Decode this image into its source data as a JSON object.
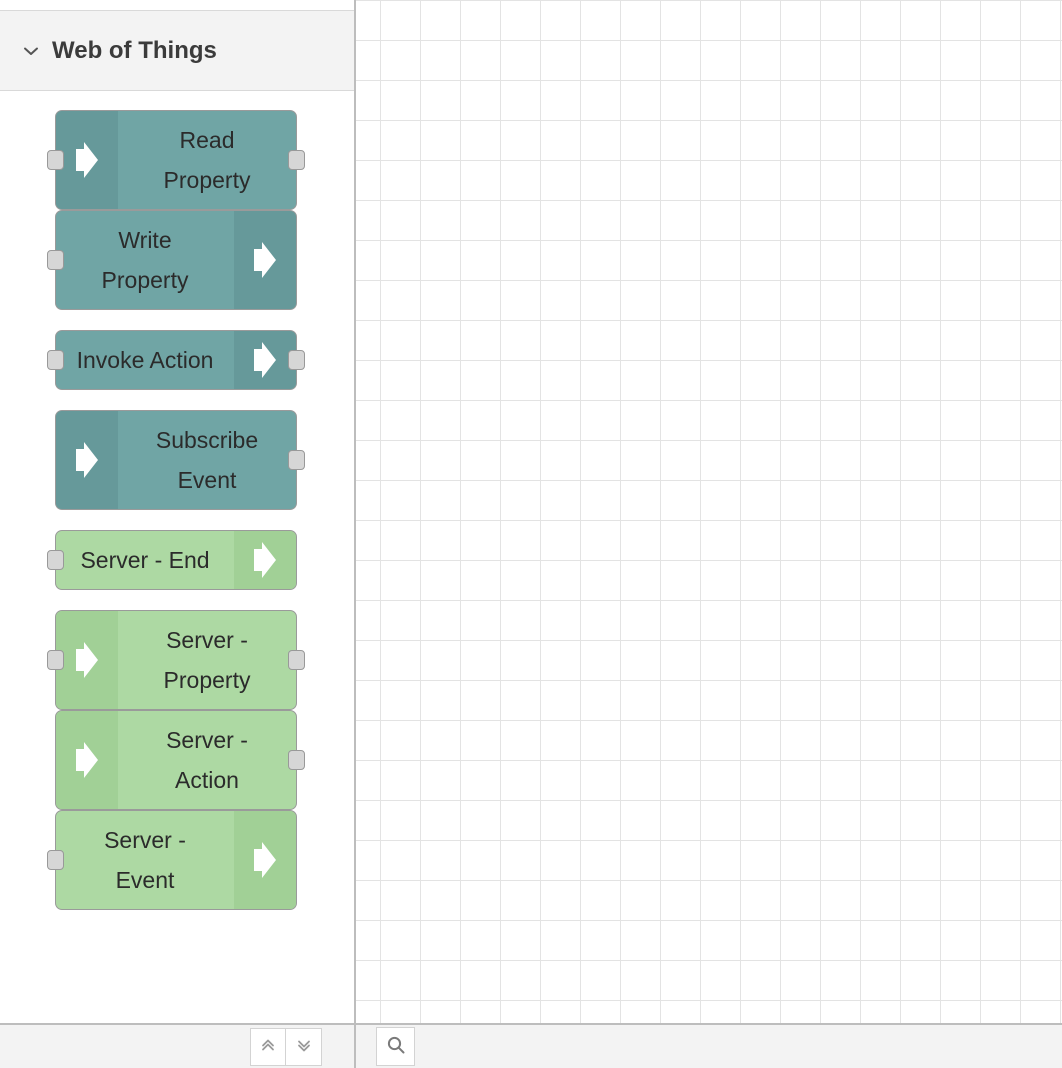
{
  "palette": {
    "category": {
      "title": "Web of Things",
      "chevron_icon": "chevron-down-icon",
      "expanded": true
    },
    "nodes": [
      {
        "label": "Read\nProperty",
        "color": "teal",
        "color_hex": "#70a5a5",
        "icon_side": "left",
        "icon": "arrow-right-icon",
        "has_input": true,
        "has_output": true,
        "lines": 2
      },
      {
        "label": "Write\nProperty",
        "color": "teal",
        "color_hex": "#70a5a5",
        "icon_side": "right",
        "icon": "arrow-right-icon",
        "has_input": true,
        "has_output": false,
        "lines": 2
      },
      {
        "label": "Invoke Action",
        "color": "teal",
        "color_hex": "#70a5a5",
        "icon_side": "right",
        "icon": "arrow-right-icon",
        "has_input": true,
        "has_output": true,
        "lines": 1
      },
      {
        "label": "Subscribe\nEvent",
        "color": "teal",
        "color_hex": "#70a5a5",
        "icon_side": "left",
        "icon": "arrow-right-icon",
        "has_input": false,
        "has_output": true,
        "lines": 2
      },
      {
        "label": "Server - End",
        "color": "green",
        "color_hex": "#add9a3",
        "icon_side": "right",
        "icon": "arrow-right-icon",
        "has_input": true,
        "has_output": false,
        "lines": 1
      },
      {
        "label": "Server -\nProperty",
        "color": "green",
        "color_hex": "#add9a3",
        "icon_side": "left",
        "icon": "arrow-right-icon",
        "has_input": true,
        "has_output": true,
        "lines": 2
      },
      {
        "label": "Server -\nAction",
        "color": "green",
        "color_hex": "#add9a3",
        "icon_side": "left",
        "icon": "arrow-right-icon",
        "has_input": false,
        "has_output": true,
        "lines": 2
      },
      {
        "label": "Server -\nEvent",
        "color": "green",
        "color_hex": "#add9a3",
        "icon_side": "right",
        "icon": "arrow-right-icon",
        "has_input": true,
        "has_output": false,
        "lines": 2
      }
    ]
  },
  "footer": {
    "collapse_all_icon": "double-chevron-up-icon",
    "expand_all_icon": "double-chevron-down-icon",
    "search_icon": "search-icon"
  },
  "canvas": {
    "grid_size": 40,
    "grid_color": "#e3e3e3",
    "background": "#ffffff"
  }
}
